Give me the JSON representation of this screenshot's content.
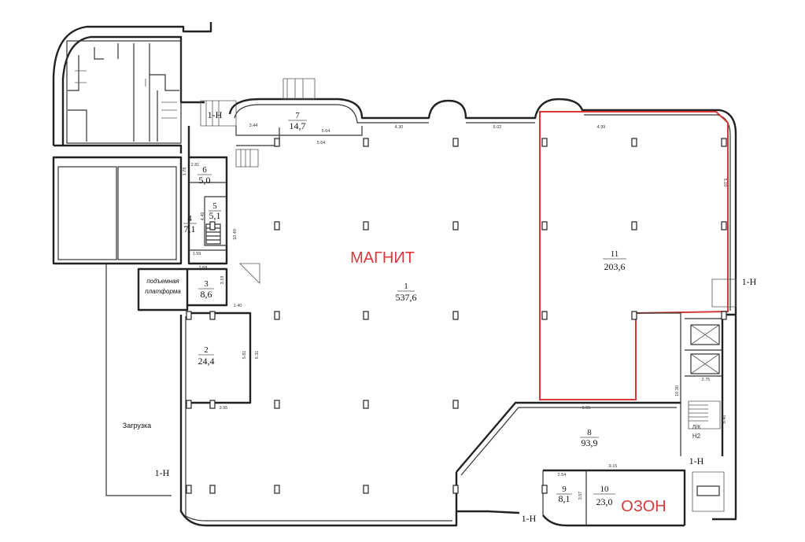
{
  "tenants": {
    "magnit": "МАГНИТ",
    "ozon": "ОЗОН"
  },
  "rooms": [
    {
      "id": "1",
      "num": "1",
      "area": "537,6"
    },
    {
      "id": "2",
      "num": "2",
      "area": "24,4"
    },
    {
      "id": "3",
      "num": "3",
      "area": "8,6"
    },
    {
      "id": "4",
      "num": "4",
      "area": "7,1"
    },
    {
      "id": "5",
      "num": "5",
      "area": "5,1"
    },
    {
      "id": "6",
      "num": "6",
      "area": "5,0"
    },
    {
      "id": "7",
      "num": "7",
      "area": "14,7"
    },
    {
      "id": "8",
      "num": "8",
      "area": "93,9"
    },
    {
      "id": "9",
      "num": "9",
      "area": "8,1"
    },
    {
      "id": "10",
      "num": "10",
      "area": "23,0"
    },
    {
      "id": "11",
      "num": "11",
      "area": "203,6"
    }
  ],
  "labels": {
    "lift_line1": "подъемная",
    "lift_line2": "платформа",
    "loading": "Загрузка",
    "exit": "1-Н",
    "h2": "Н2",
    "lk": "Л/К"
  },
  "dimensions": {
    "d_344": "3.44",
    "d_564a": "5.64",
    "d_564b": "5.64",
    "d_430": "4.30",
    "d_502": "5.02",
    "d_499": "4.99",
    "d_510": "5.10",
    "d_281": "2.81",
    "d_178": "1.78",
    "d_449": "4.49",
    "d_1040a": "10.40",
    "d_159": "1.59",
    "d_268": "2.68",
    "d_319": "3.19",
    "d_140": "1.40",
    "d_581": "5.81",
    "d_631": "6.31",
    "d_395": "3.95",
    "d_555": "5.55",
    "d_1030": "10.30",
    "d_275": "2.75",
    "d_640": "6.40",
    "d_915": "9.15",
    "d_254": "2.54",
    "d_357": "3.57"
  },
  "colors": {
    "tenant_accent": "#d7393a",
    "wall": "#222222"
  }
}
